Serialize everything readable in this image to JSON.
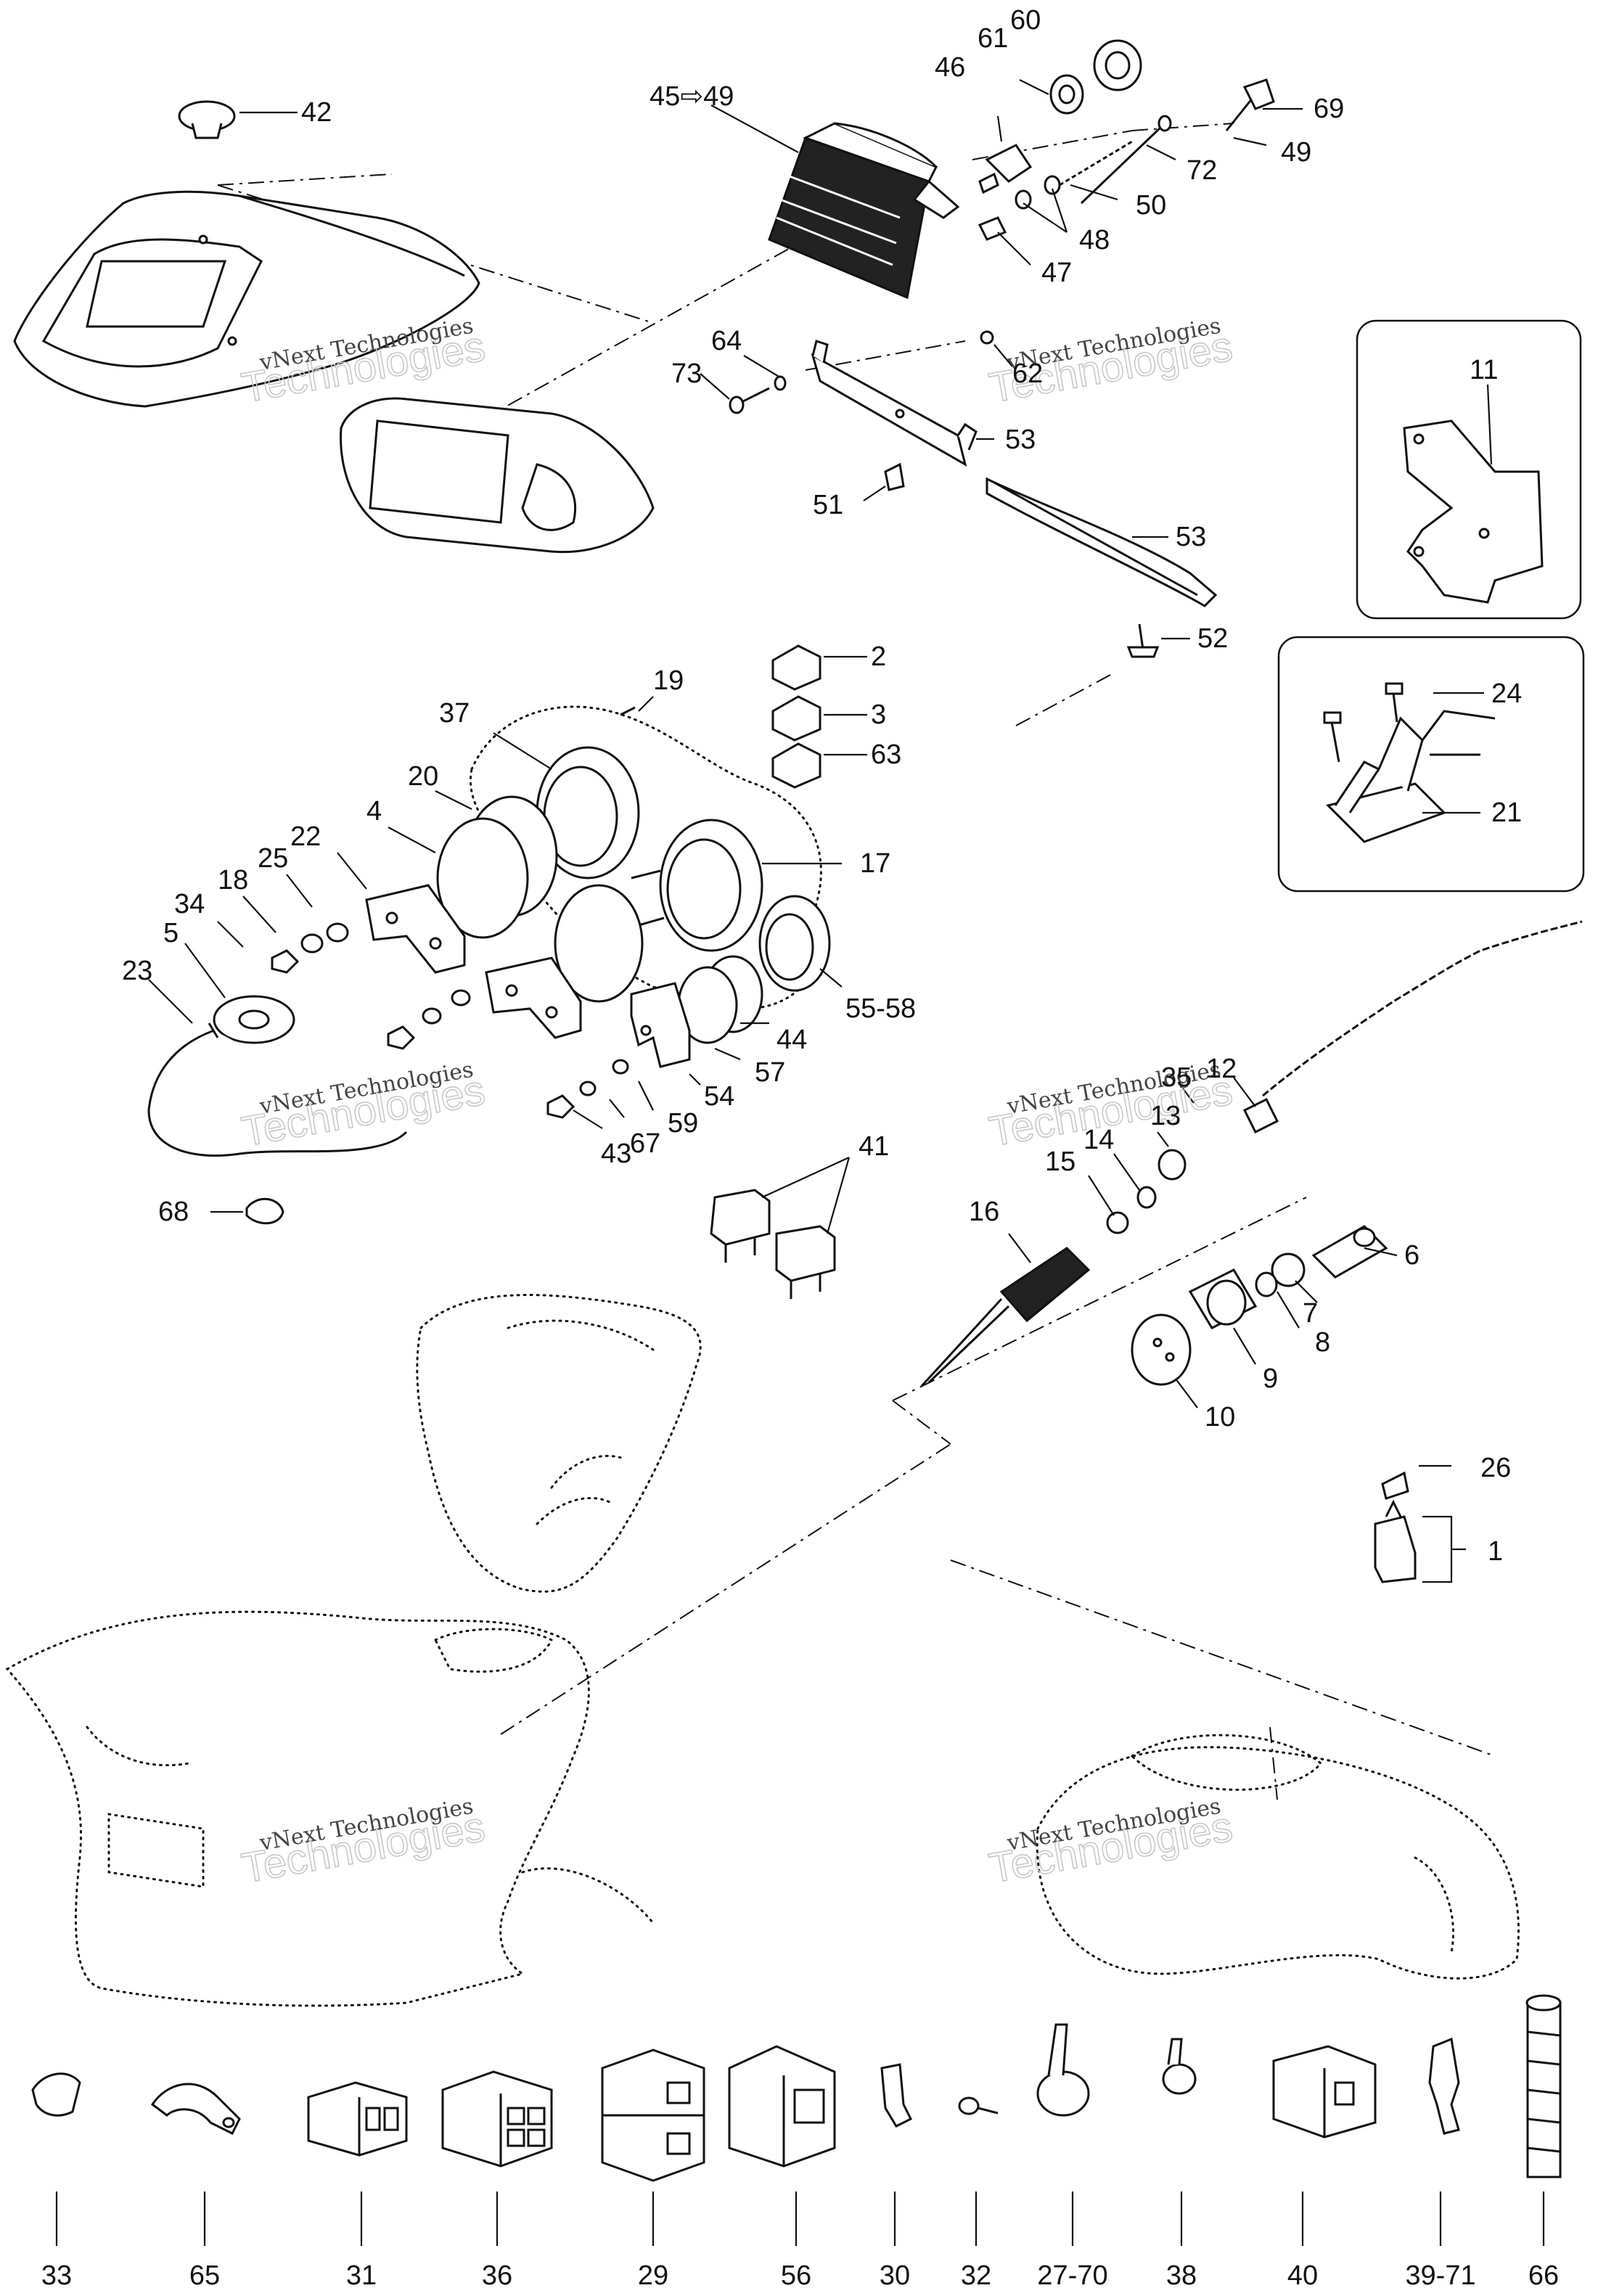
{
  "callouts": [
    {
      "id": "c42",
      "text": "42"
    },
    {
      "id": "c45-49",
      "text": "45⇨49"
    },
    {
      "id": "c60",
      "text": "60"
    },
    {
      "id": "c61",
      "text": "61"
    },
    {
      "id": "c46",
      "text": "46"
    },
    {
      "id": "c69",
      "text": "69"
    },
    {
      "id": "c72",
      "text": "72"
    },
    {
      "id": "c49",
      "text": "49"
    },
    {
      "id": "c50",
      "text": "50"
    },
    {
      "id": "c48",
      "text": "48"
    },
    {
      "id": "c47",
      "text": "47"
    },
    {
      "id": "c64",
      "text": "64"
    },
    {
      "id": "c73",
      "text": "73"
    },
    {
      "id": "c62",
      "text": "62"
    },
    {
      "id": "c53a",
      "text": "53"
    },
    {
      "id": "c51",
      "text": "51"
    },
    {
      "id": "c53b",
      "text": "53"
    },
    {
      "id": "c52",
      "text": "52"
    },
    {
      "id": "c11",
      "text": "11"
    },
    {
      "id": "c24",
      "text": "24"
    },
    {
      "id": "c21",
      "text": "21"
    },
    {
      "id": "c2",
      "text": "2"
    },
    {
      "id": "c3",
      "text": "3"
    },
    {
      "id": "c63",
      "text": "63"
    },
    {
      "id": "c19",
      "text": "19"
    },
    {
      "id": "c37",
      "text": "37"
    },
    {
      "id": "c20",
      "text": "20"
    },
    {
      "id": "c4",
      "text": "4"
    },
    {
      "id": "c22",
      "text": "22"
    },
    {
      "id": "c25",
      "text": "25"
    },
    {
      "id": "c18",
      "text": "18"
    },
    {
      "id": "c34",
      "text": "34"
    },
    {
      "id": "c5",
      "text": "5"
    },
    {
      "id": "c23",
      "text": "23"
    },
    {
      "id": "c17",
      "text": "17"
    },
    {
      "id": "c55-58",
      "text": "55-58"
    },
    {
      "id": "c44",
      "text": "44"
    },
    {
      "id": "c57",
      "text": "57"
    },
    {
      "id": "c54",
      "text": "54"
    },
    {
      "id": "c59",
      "text": "59"
    },
    {
      "id": "c67",
      "text": "67"
    },
    {
      "id": "c43",
      "text": "43"
    },
    {
      "id": "c68",
      "text": "68"
    },
    {
      "id": "c41",
      "text": "41"
    },
    {
      "id": "c12",
      "text": "12"
    },
    {
      "id": "c35",
      "text": "35"
    },
    {
      "id": "c13",
      "text": "13"
    },
    {
      "id": "c14",
      "text": "14"
    },
    {
      "id": "c15",
      "text": "15"
    },
    {
      "id": "c16",
      "text": "16"
    },
    {
      "id": "c6",
      "text": "6"
    },
    {
      "id": "c7",
      "text": "7"
    },
    {
      "id": "c8",
      "text": "8"
    },
    {
      "id": "c9",
      "text": "9"
    },
    {
      "id": "c10",
      "text": "10"
    },
    {
      "id": "c26",
      "text": "26"
    },
    {
      "id": "c1",
      "text": "1"
    }
  ],
  "bottom_row": [
    "33",
    "65",
    "31",
    "36",
    "29",
    "56",
    "30",
    "32",
    "27-70",
    "38",
    "40",
    "39-71",
    "66"
  ],
  "watermark": {
    "line1": "vNext Technologies",
    "line2": "Technologies"
  }
}
